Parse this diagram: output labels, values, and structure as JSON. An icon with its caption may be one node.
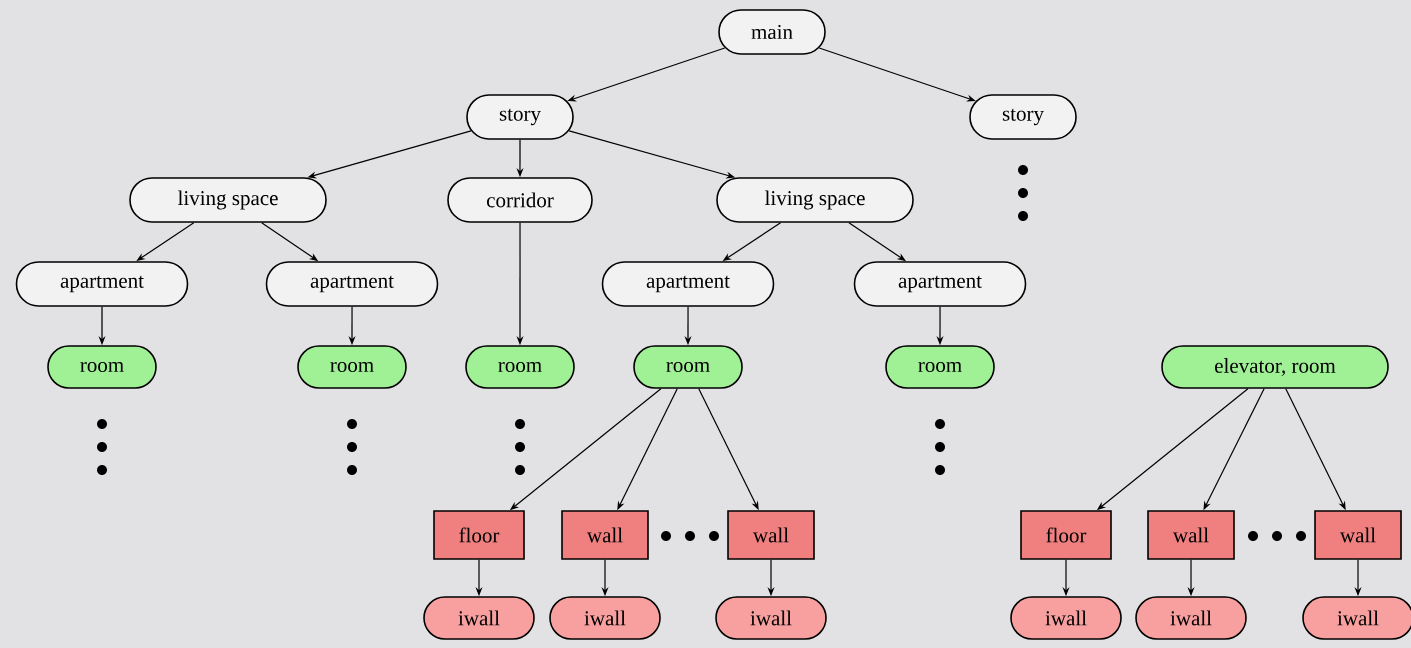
{
  "diagram": {
    "nodes": [
      {
        "text": [
          "main"
        ]
      },
      {
        "text": [
          "story"
        ]
      },
      {
        "text": [
          "story"
        ]
      },
      {
        "text": [
          "living space"
        ]
      },
      {
        "text": [
          "corridor"
        ]
      },
      {
        "text": [
          "living space"
        ]
      },
      {
        "text": [
          "apartment"
        ]
      },
      {
        "text": [
          "apartment"
        ]
      },
      {
        "text": [
          "apartment"
        ]
      },
      {
        "text": [
          "apartment"
        ]
      },
      {
        "text": [
          "room"
        ]
      },
      {
        "text": [
          "room"
        ]
      },
      {
        "text": [
          "room"
        ]
      },
      {
        "text": [
          "room"
        ]
      },
      {
        "text": [
          "room"
        ]
      },
      {
        "text": [
          "elevator, room"
        ]
      },
      {
        "text": [
          "floor"
        ]
      },
      {
        "text": [
          "wall"
        ]
      },
      {
        "text": [
          "wall"
        ]
      },
      {
        "text": [
          "floor"
        ]
      },
      {
        "text": [
          "wall"
        ]
      },
      {
        "text": [
          "wall"
        ]
      },
      {
        "text": [
          "iwall"
        ]
      },
      {
        "text": [
          "iwall"
        ]
      },
      {
        "text": [
          "iwall"
        ]
      },
      {
        "text": [
          "iwall"
        ]
      },
      {
        "text": [
          "iwall"
        ]
      },
      {
        "text": [
          "iwall"
        ]
      }
    ],
    "edges": [
      {
        "from": 0,
        "to": 1,
        "arrow": "to"
      },
      {
        "from": 0,
        "to": 2,
        "arrow": "to"
      },
      {
        "from": 1,
        "to": 3,
        "arrow": "to"
      },
      {
        "from": 1,
        "to": 4,
        "arrow": "to"
      },
      {
        "from": 1,
        "to": 5,
        "arrow": "to"
      },
      {
        "from": 3,
        "to": 6,
        "arrow": "to"
      },
      {
        "from": 3,
        "to": 7,
        "arrow": "to"
      },
      {
        "from": 5,
        "to": 8,
        "arrow": "to"
      },
      {
        "from": 5,
        "to": 9,
        "arrow": "to"
      },
      {
        "from": 6,
        "to": 10,
        "arrow": "to"
      },
      {
        "from": 7,
        "to": 11,
        "arrow": "to"
      },
      {
        "from": 4,
        "to": 12,
        "arrow": "to"
      },
      {
        "from": 8,
        "to": 13,
        "arrow": "to"
      },
      {
        "from": 9,
        "to": 14,
        "arrow": "to"
      },
      {
        "from": 13,
        "to": 16,
        "arrow": "to"
      },
      {
        "from": 13,
        "to": 17,
        "arrow": "to"
      },
      {
        "from": 13,
        "to": 18,
        "arrow": "to"
      },
      {
        "from": 15,
        "to": 19,
        "arrow": "to"
      },
      {
        "from": 15,
        "to": 20,
        "arrow": "to"
      },
      {
        "from": 15,
        "to": 21,
        "arrow": "to"
      },
      {
        "from": 16,
        "to": 22,
        "arrow": "to"
      },
      {
        "from": 17,
        "to": 23,
        "arrow": "to"
      },
      {
        "from": 18,
        "to": 24,
        "arrow": "to"
      },
      {
        "from": 19,
        "to": 25,
        "arrow": "to"
      },
      {
        "from": 20,
        "to": 26,
        "arrow": "to"
      },
      {
        "from": 21,
        "to": 27,
        "arrow": "to"
      }
    ]
  }
}
